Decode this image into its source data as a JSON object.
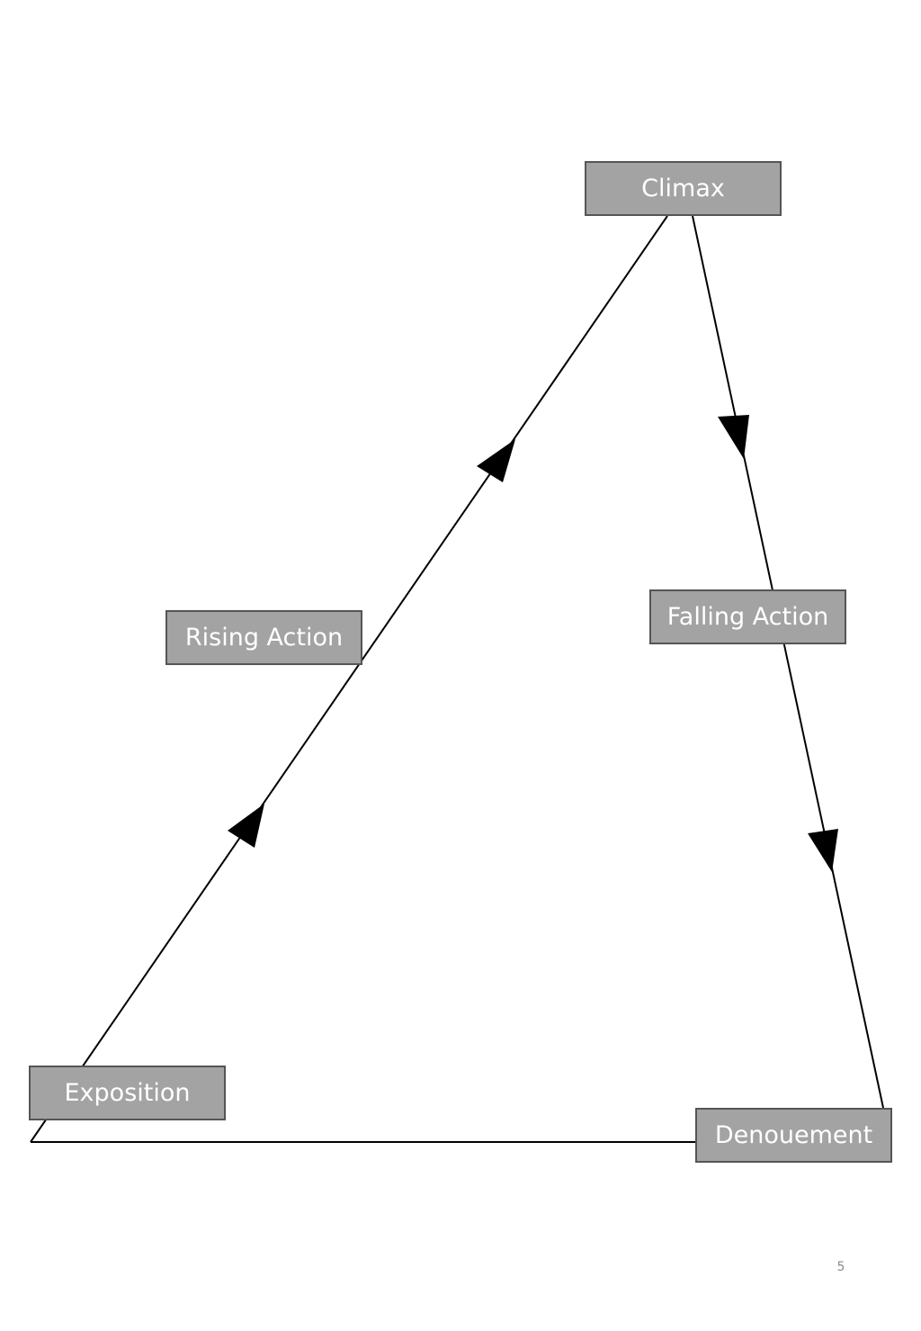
{
  "diagram": {
    "nodes": {
      "climax": "Climax",
      "rising_action": "Rising Action",
      "falling_action": "Falling Action",
      "exposition": "Exposition",
      "denouement": "Denouement"
    },
    "edges": [
      {
        "from": "exposition",
        "to": "climax",
        "via": "rising_action",
        "arrows": 2
      },
      {
        "from": "climax",
        "to": "denouement",
        "via": "falling_action",
        "arrows": 2
      },
      {
        "from": "denouement",
        "to": "exposition",
        "arrows": 0
      }
    ],
    "colors": {
      "box_fill": "#a3a3a3",
      "box_border": "#555555",
      "box_text": "#ffffff",
      "line": "#000000"
    }
  },
  "page_number": "5"
}
